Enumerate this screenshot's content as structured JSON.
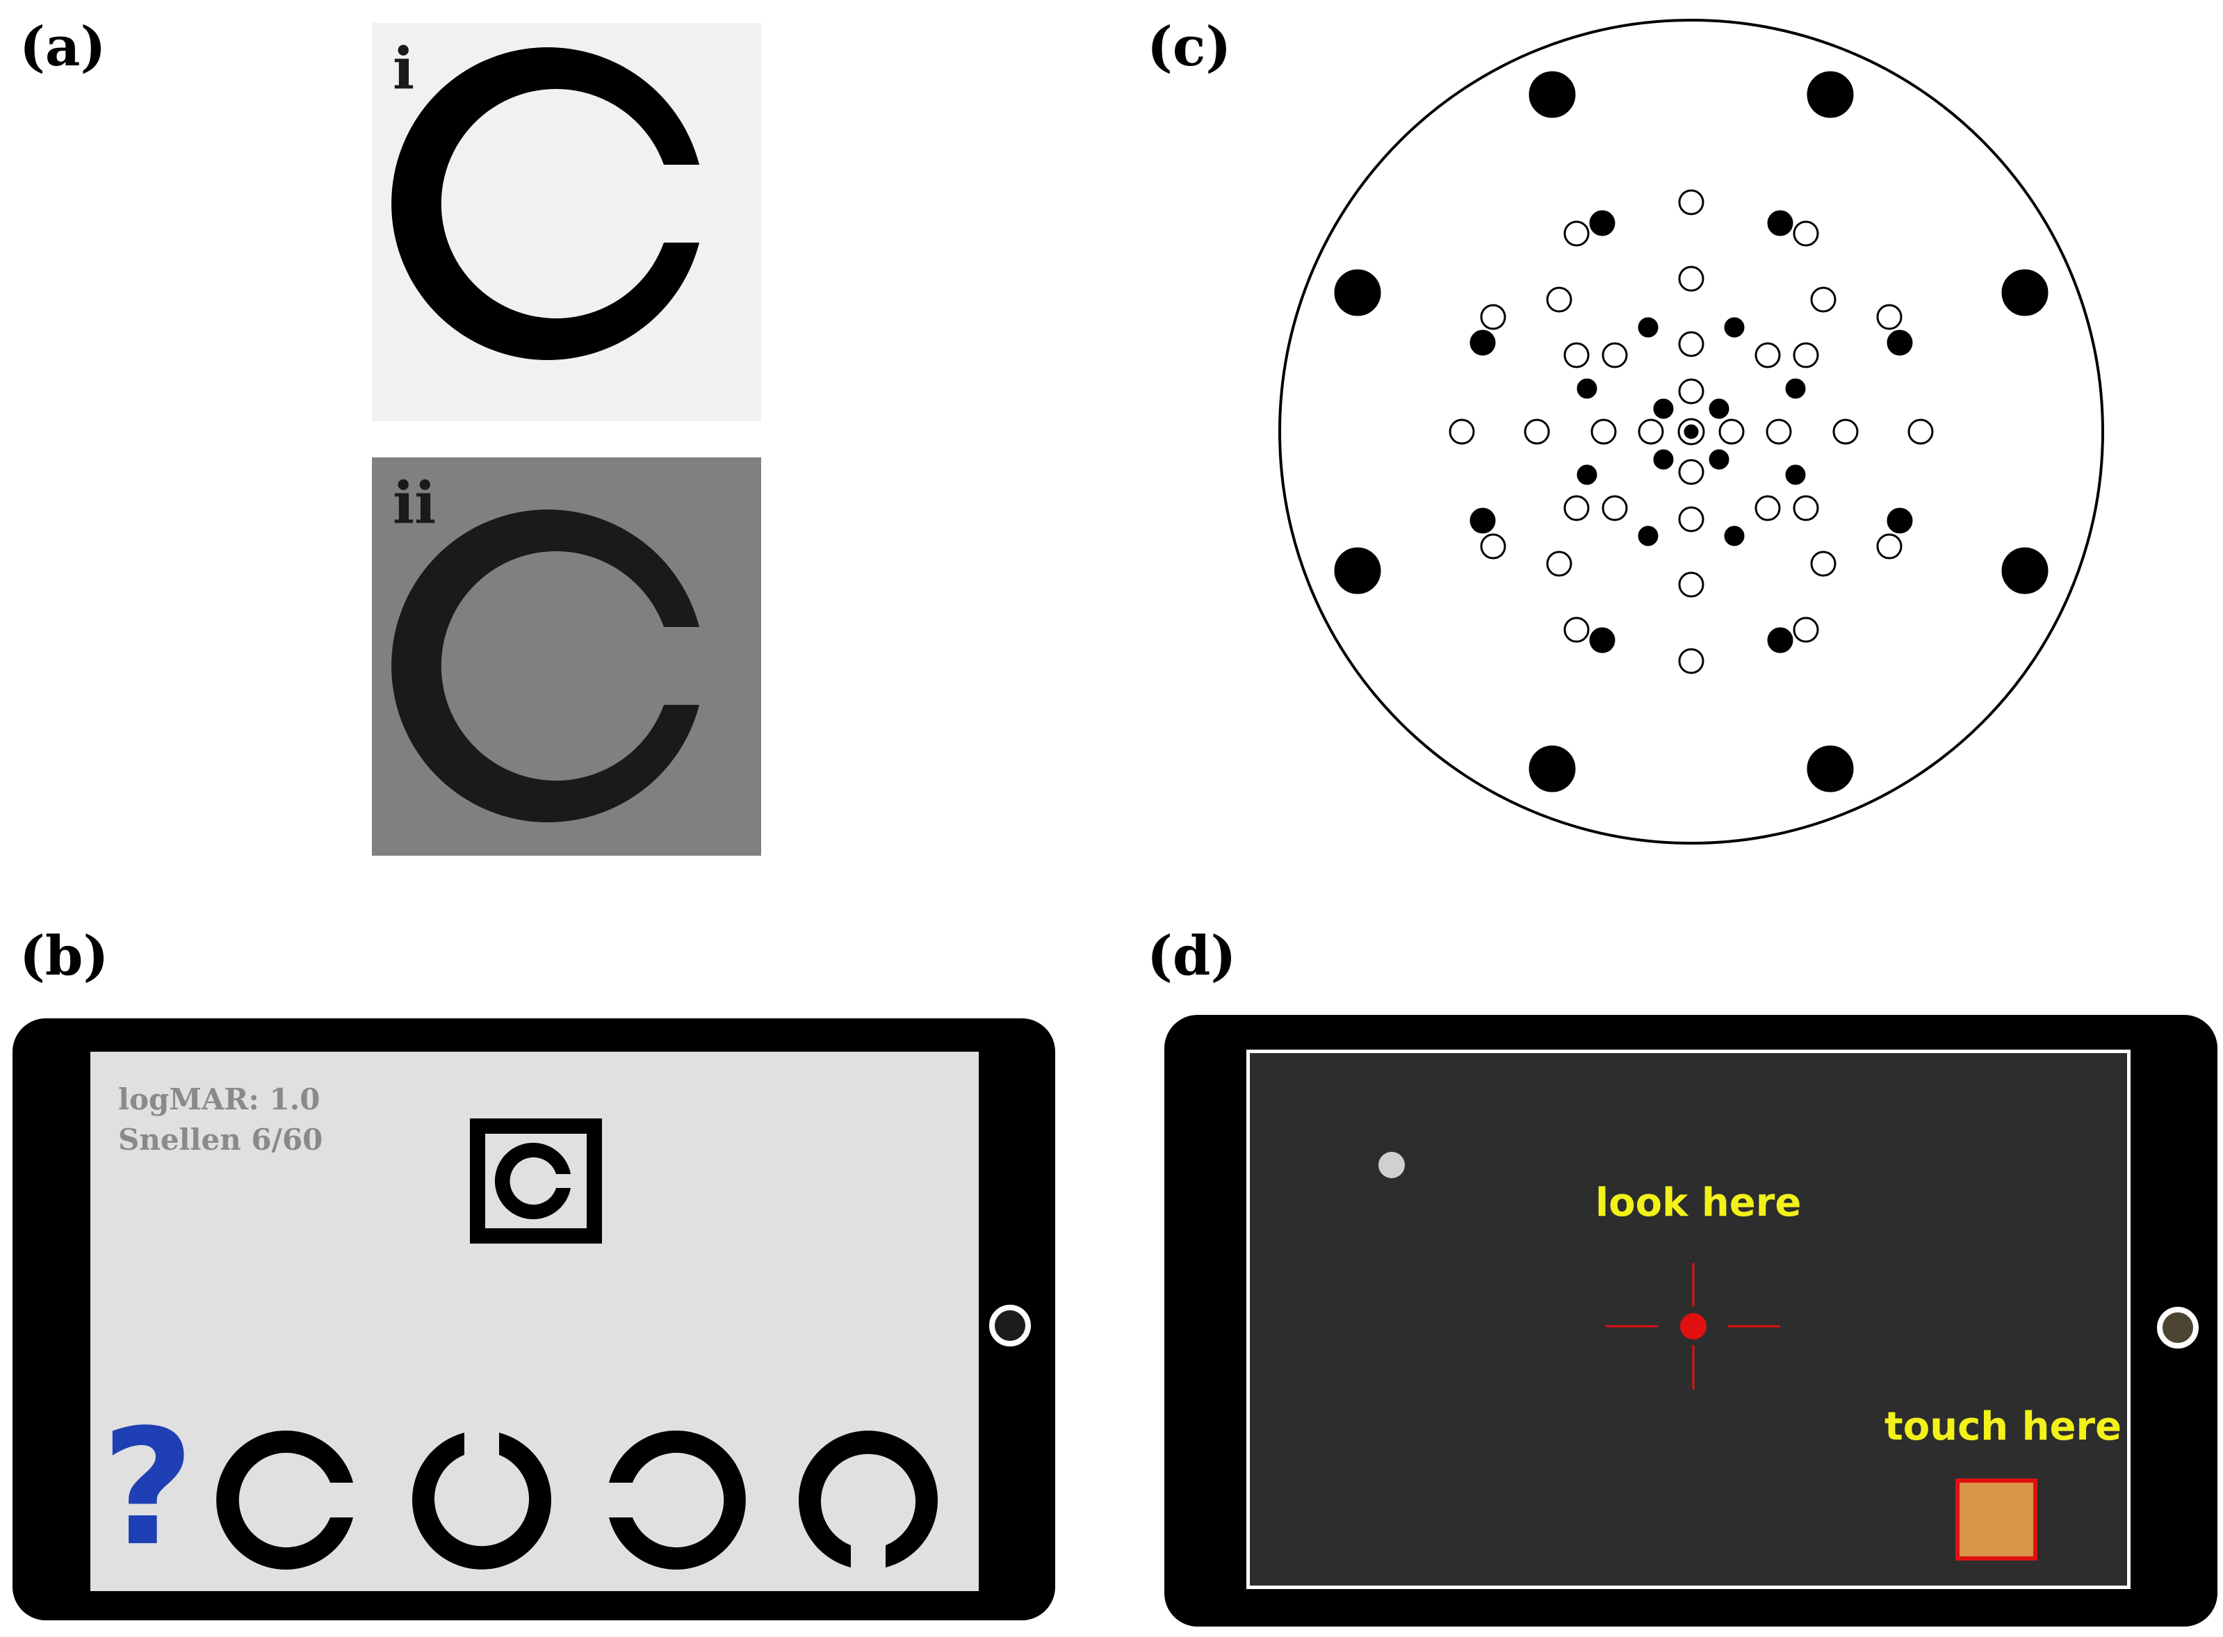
{
  "panels": {
    "a": {
      "label": "(a)",
      "sub_i": {
        "label": "i",
        "background": "#f1f1f1",
        "ring_color": "#000000",
        "gap": "right"
      },
      "sub_ii": {
        "label": "ii",
        "background": "#808080",
        "ring_color": "#1a1a1a",
        "gap": "right"
      }
    },
    "b": {
      "label": "(b)",
      "logmar_text": "logMAR: 1.0",
      "snellen_text": "Snellen 6/60",
      "target_gap": "right",
      "help_icon": "question-mark-icon",
      "help_glyph": "?",
      "choices": [
        "right",
        "up",
        "left",
        "down"
      ],
      "colors": {
        "screen": "#e0e0e0",
        "text": "#8a8a8a",
        "help": "#1f3fb4"
      }
    },
    "c": {
      "label": "(c)",
      "description_icon": "visual-field-test-pattern"
    },
    "d": {
      "label": "(d)",
      "look_text": "look here",
      "touch_text": "touch here",
      "colors": {
        "screen": "#2d2d2d",
        "text": "#f2f21a",
        "fixation": "#e01010",
        "target_fill": "#d9954a",
        "target_border": "#e01010"
      }
    }
  }
}
